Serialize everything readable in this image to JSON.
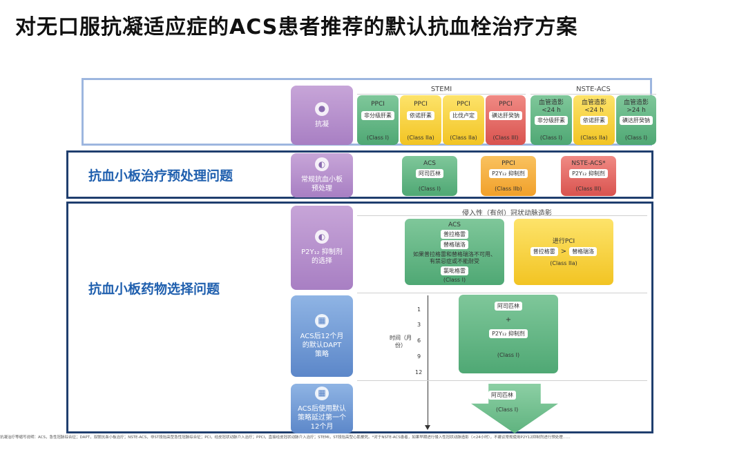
{
  "title": "对无口服抗凝适应症的ACS患者推荐的默认抗血栓治疗方案",
  "sections": {
    "pretreat_label": "抗血小板治疗预处理问题",
    "select_label": "抗血小板药物选择问题"
  },
  "rowheads": {
    "anticoag": "抗凝",
    "pretreat": "常规抗血小板预处理",
    "p2y12": "P2Y₁₂ 抑制剂的选择",
    "dapt12": "ACS后12个月的默认DAPT策略",
    "beyond": "ACS后使用默认策略延过第一个12个月"
  },
  "anticoag": {
    "stemi_header": "STEMI",
    "nste_header": "NSTE-ACS",
    "cards": [
      {
        "title": "PPCI",
        "drug": "非分级肝素",
        "cls": "(Class I)",
        "color": "green"
      },
      {
        "title": "PPCI",
        "drug": "依诺肝素",
        "cls": "(Class IIa)",
        "color": "yellow"
      },
      {
        "title": "PPCI",
        "drug": "比伐卢定",
        "cls": "(Class IIa)",
        "color": "yellow"
      },
      {
        "title": "PPCI",
        "drug": "磺达肝癸钠",
        "cls": "(Class III)",
        "color": "red"
      },
      {
        "title": "血管造影 <24 h",
        "drug": "非分级肝素",
        "cls": "(Class I)",
        "color": "green"
      },
      {
        "title": "血管造影 <24 h",
        "drug": "依诺肝素",
        "cls": "(Class IIa)",
        "color": "yellow"
      },
      {
        "title": "血管造影 >24 h",
        "drug": "磺达肝癸钠",
        "cls": "(Class I)",
        "color": "green"
      }
    ]
  },
  "pretreat": {
    "cards": [
      {
        "title": "ACS",
        "drug": "阿司匹林",
        "cls": "(Class I)",
        "color": "green"
      },
      {
        "title": "PPCI",
        "drug": "P2Y₁₂ 抑制剂",
        "cls": "(Class IIb)",
        "color": "orange"
      },
      {
        "title": "NSTE-ACS*",
        "drug": "P2Y₁₂ 抑制剂",
        "cls": "(Class III)",
        "color": "red"
      }
    ]
  },
  "p2y12": {
    "header": "侵入性（有创）冠状动脉造影",
    "acs": {
      "title": "ACS",
      "drug1": "普拉格雷",
      "drug2": "替格瑞洛",
      "note": "如果普拉格雷和替格瑞洛不可用、有禁忌症或不能耐受",
      "drug3": "氯吡格雷",
      "cls": "(Class I)"
    },
    "pci": {
      "title": "进行PCI",
      "left": "普拉格雷",
      "op": ">",
      "right": "替格瑞洛",
      "cls": "(Class IIa)"
    }
  },
  "dapt": {
    "axis_label": "时间（月份）",
    "ticks": [
      "1",
      "3",
      "6",
      "9",
      "12"
    ],
    "drug1": "阿司匹林",
    "plus": "+",
    "drug2": "P2Y₁₂ 抑制剂",
    "cls": "(Class I)"
  },
  "beyond": {
    "drug": "阿司匹林",
    "cls": "(Class I)"
  },
  "footer": "抗凝治疗等缩写说明：ACS，急性冠脉综合征；DAPT，双联抗血小板治疗；NSTE-ACS，非ST段抬高型急性冠脉综合征；PCI，经皮冠状动脉介入治疗；PPCI，直接经皮冠状动脉介入治疗；STEMI，ST段抬高型心肌梗死。*对于NSTE-ACS患者，如果早期进行侵入性冠状动脉造影（<24小时），不建议常规使用P2Y12抑制剂进行预处理……"
}
